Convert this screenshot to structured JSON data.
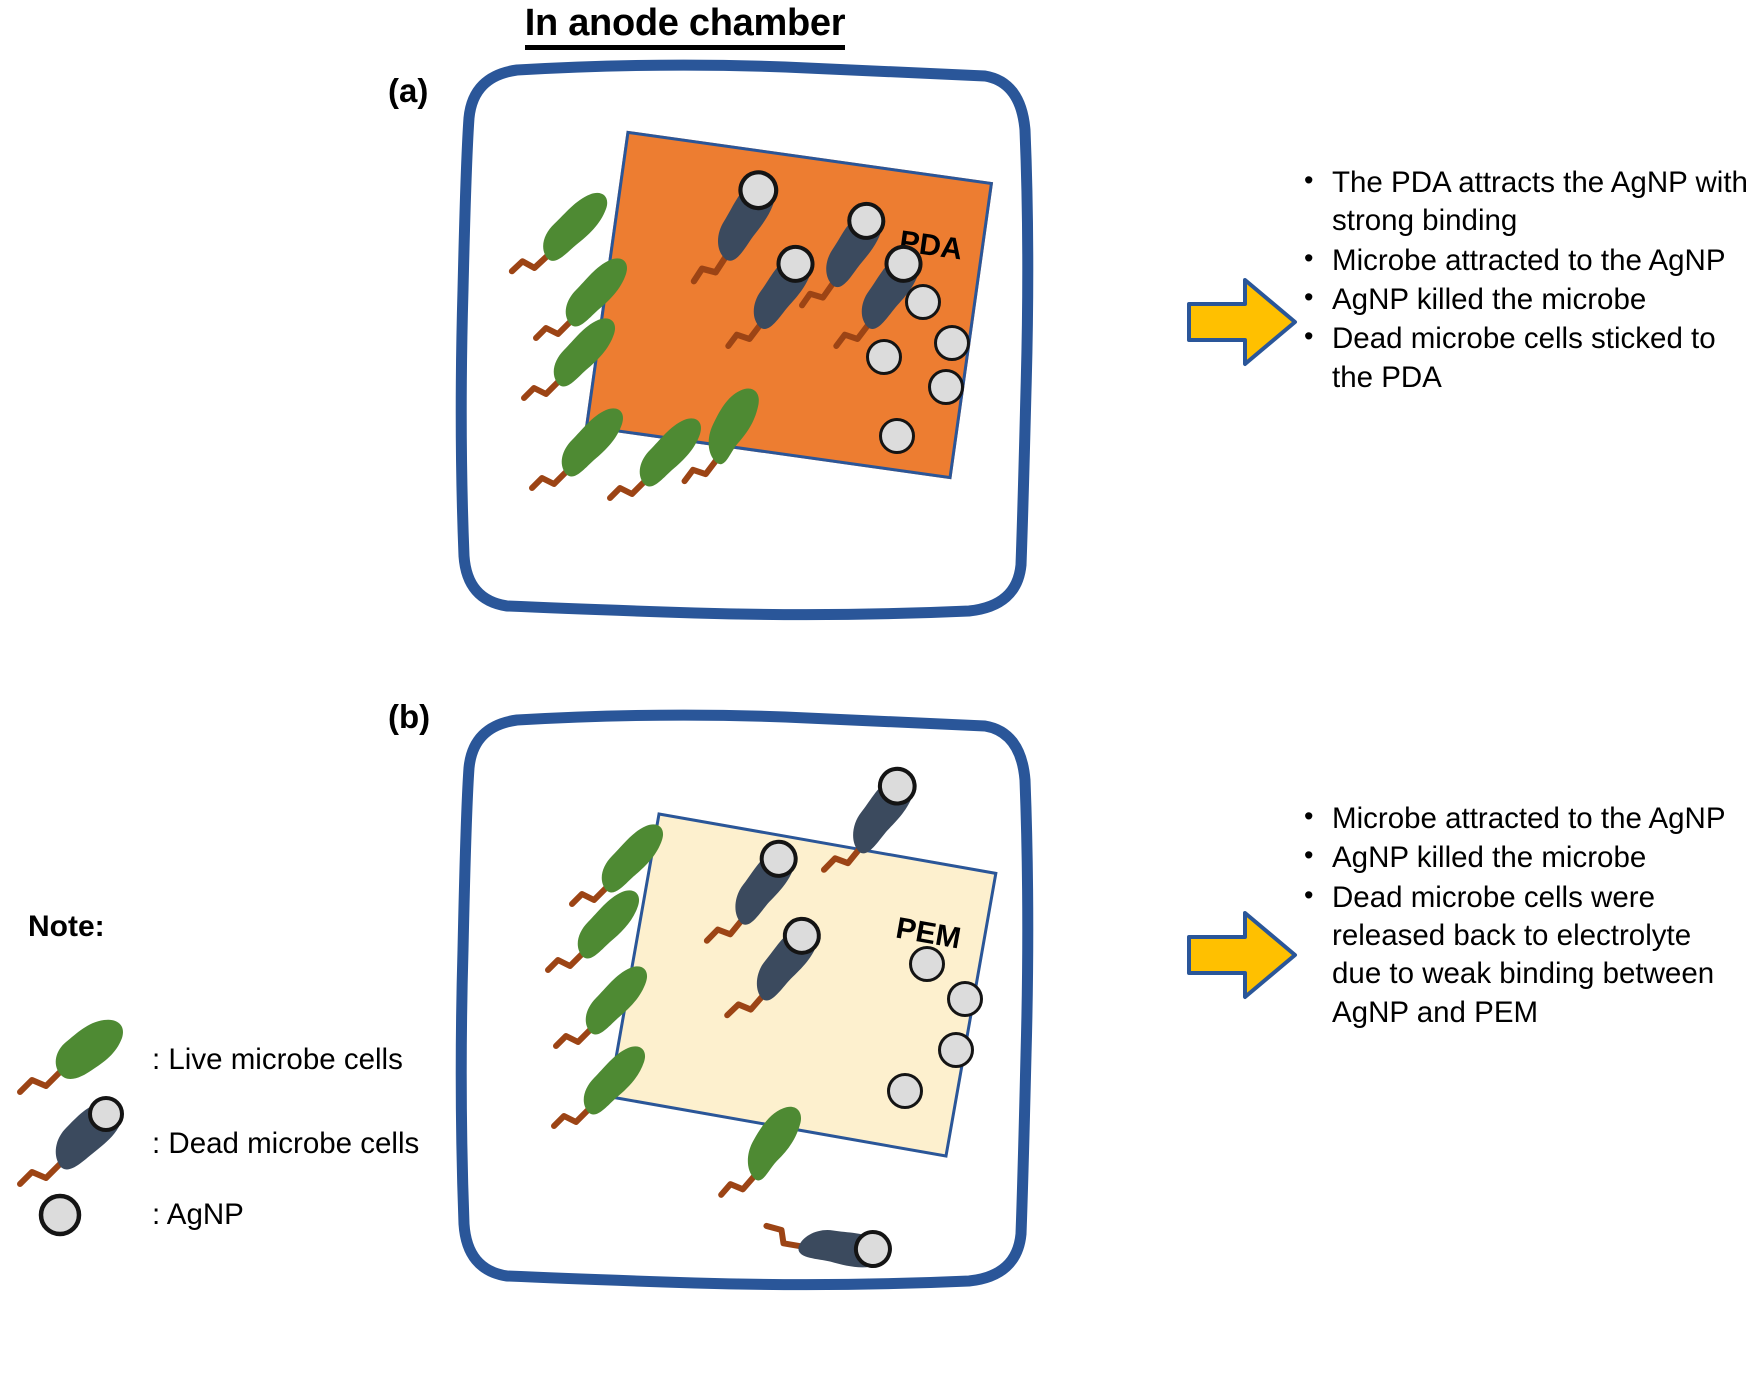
{
  "title": "In anode chamber",
  "panels": [
    {
      "letter": "(a)",
      "membrane_label": "PDA",
      "membrane_color": "#ED7D31",
      "bullets": [
        "The PDA attracts the AgNP with strong binding",
        "Microbe attracted to the AgNP",
        "AgNP killed the microbe",
        "Dead microbe cells sticked to the PDA"
      ]
    },
    {
      "letter": "(b)",
      "membrane_label": "PEM",
      "membrane_color": "#FDF0CE",
      "bullets": [
        "Microbe attracted to the AgNP",
        "AgNP killed the microbe",
        "Dead microbe cells were released back to electrolyte due to weak binding between AgNP and PEM"
      ]
    }
  ],
  "note": {
    "heading": "Note:",
    "items": [
      {
        "icon": "live-microbe-icon",
        "label": ": Live microbe cells"
      },
      {
        "icon": "dead-microbe-icon",
        "label": ": Dead microbe cells"
      },
      {
        "icon": "agnp-icon",
        "label": ": AgNP"
      }
    ]
  },
  "colors": {
    "chamber_outline": "#2A5699",
    "live_cell": "#4E8A33",
    "dead_cell": "#3B4A5E",
    "flagellum": "#9C4415",
    "agnp_fill": "#DCDCDC",
    "agnp_stroke": "#141414",
    "arrow_fill": "#FFC000",
    "arrow_stroke": "#2A5699",
    "membrane_border": "#2A5699"
  }
}
